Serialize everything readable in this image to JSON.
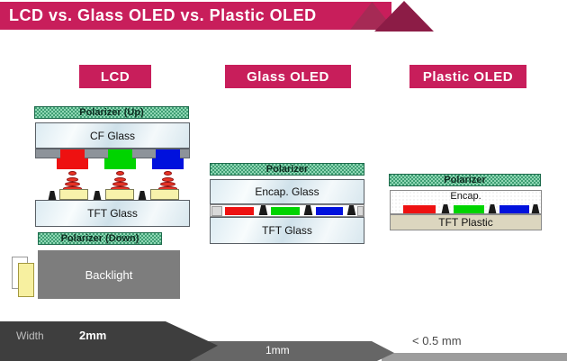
{
  "title": "LCD vs. Glass OLED vs. Plastic OLED",
  "columns": {
    "lcd_label": "LCD",
    "glass_label": "Glass OLED",
    "plastic_label": "Plastic OLED"
  },
  "lcd": {
    "polarizer_up": "Polarizer (Up)",
    "cf_glass": "CF Glass",
    "tft_glass": "TFT Glass",
    "polarizer_down": "Polarizer (Down)",
    "backlight": "Backlight"
  },
  "glass_oled": {
    "polarizer": "Polarizer",
    "encap_glass": "Encap. Glass",
    "tft_glass": "TFT Glass"
  },
  "plastic_oled": {
    "polarizer": "Polarizer",
    "encap": "Encap.",
    "tft_plastic": "TFT Plastic"
  },
  "scale_bar": {
    "width_label": "Width",
    "lcd_thickness": "2mm",
    "glass_oled_thickness": "1mm",
    "plastic_oled_thickness": "< 0.5 mm"
  },
  "colors": {
    "accent_crimson": "#c81e5b",
    "triangle_mid": "#a62a55",
    "triangle_dark": "#8c1c46",
    "polarizer_green": "#4aa87e",
    "subpixel_red": "#ee1111",
    "subpixel_green": "#00d400",
    "subpixel_blue": "#0011dd",
    "tft_plastic_beige": "#dcd6bf",
    "backlight_gray": "#7d7d7d",
    "scale_dark": "#3e3e3e",
    "scale_mid": "#666666",
    "scale_light": "#9d9d9d"
  }
}
